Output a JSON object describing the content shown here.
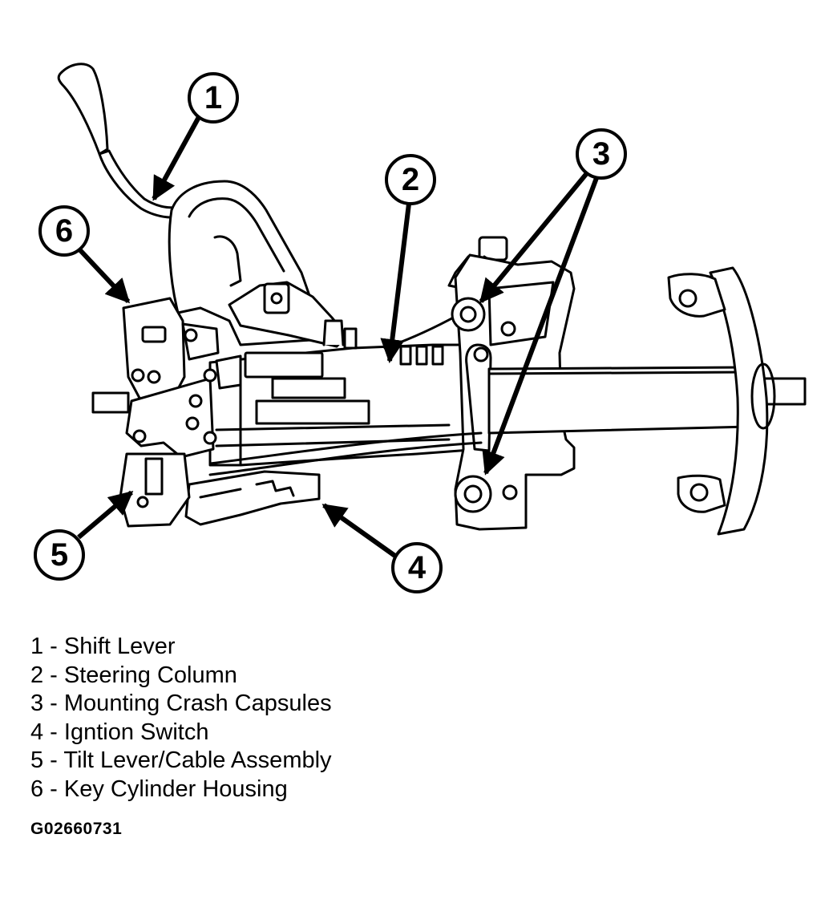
{
  "callouts": [
    {
      "number": "1"
    },
    {
      "number": "2"
    },
    {
      "number": "3"
    },
    {
      "number": "4"
    },
    {
      "number": "5"
    },
    {
      "number": "6"
    }
  ],
  "legend": [
    {
      "text": "1 - Shift Lever"
    },
    {
      "text": "2 - Steering Column"
    },
    {
      "text": "3 - Mounting Crash Capsules"
    },
    {
      "text": "4 - Igntion Switch"
    },
    {
      "text": "5 - Tilt Lever/Cable Assembly"
    },
    {
      "text": "6 - Key Cylinder Housing"
    }
  ],
  "figure_id": "G02660731",
  "colors": {
    "ink": "#000000",
    "paper": "#ffffff"
  }
}
